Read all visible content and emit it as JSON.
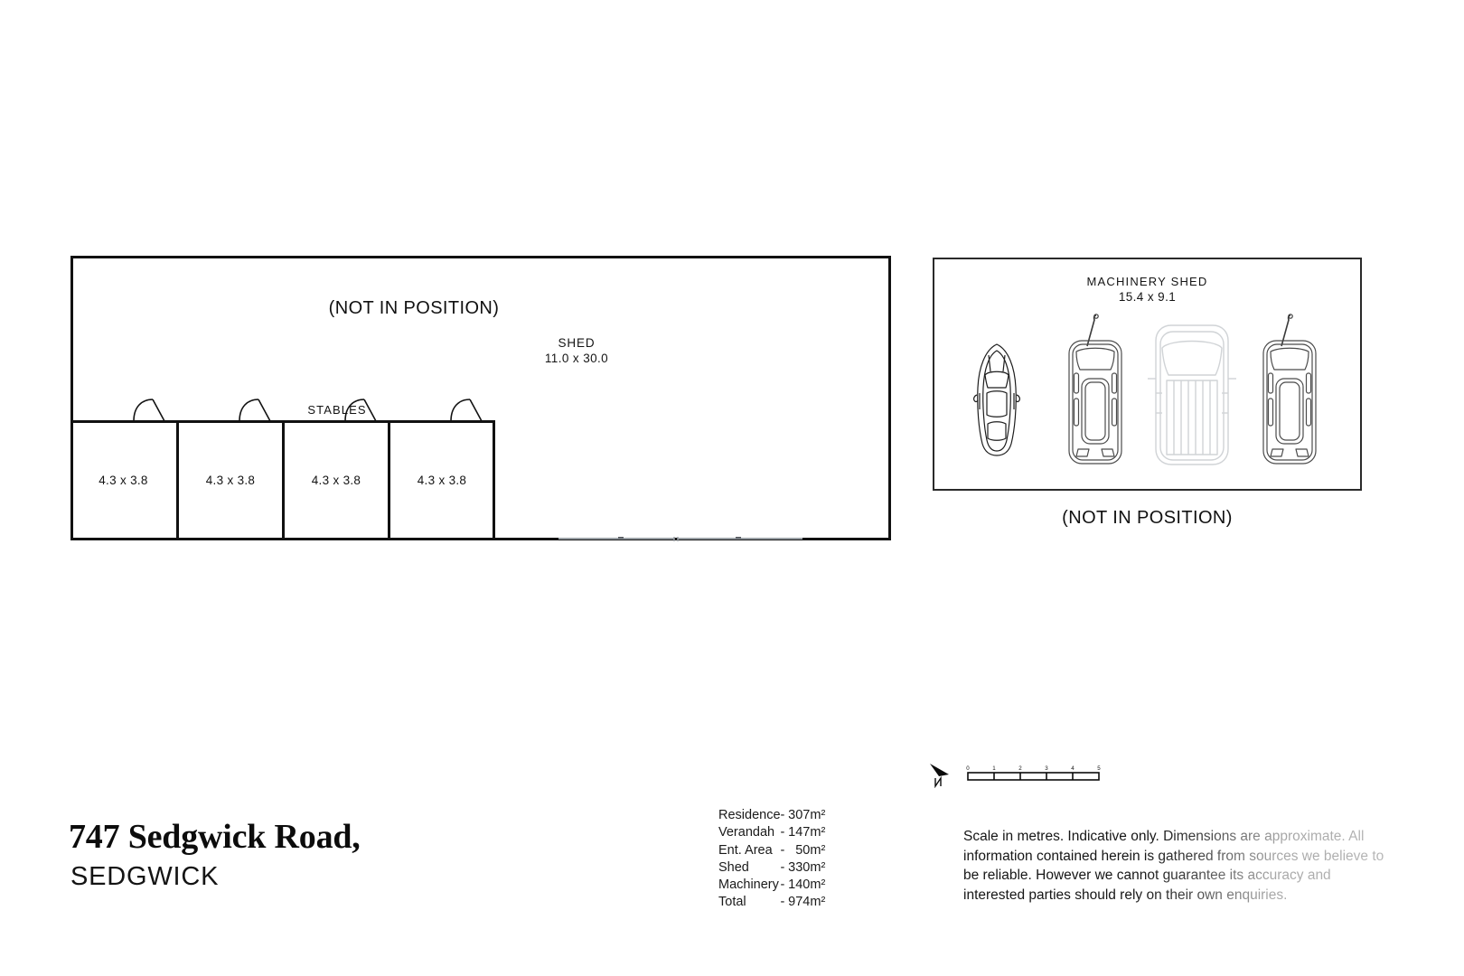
{
  "shed": {
    "name": "SHED",
    "dimensions": "11.0 x 30.0",
    "stables_title": "STABLES",
    "stalls": [
      {
        "dimensions": "4.3 x 3.8"
      },
      {
        "dimensions": "4.3 x 3.8"
      },
      {
        "dimensions": "4.3 x 3.8"
      },
      {
        "dimensions": "4.3 x 3.8"
      }
    ],
    "not_in_position": "(NOT IN POSITION)"
  },
  "machinery_shed": {
    "name": "MACHINERY SHED",
    "dimensions": "15.4 x 9.1",
    "not_in_position": "(NOT IN POSITION)",
    "vehicles": [
      {
        "name": "car-top-view"
      },
      {
        "name": "ute-top-view-left"
      },
      {
        "name": "trailer-top-view"
      },
      {
        "name": "ute-top-view-right"
      }
    ]
  },
  "title_block": {
    "address": "747 Sedgwick Road,",
    "suburb": "SEDGWICK"
  },
  "area_schedule": {
    "rows": [
      {
        "label": "Residence",
        "dash": "-",
        "value": "307",
        "unit": "m²"
      },
      {
        "label": "Verandah",
        "dash": "-",
        "value": "147",
        "unit": "m²"
      },
      {
        "label": "Ent. Area",
        "dash": "-",
        "value": "50",
        "unit": "m²"
      },
      {
        "label": "Shed",
        "dash": "-",
        "value": "330",
        "unit": "m²"
      },
      {
        "label": "Machinery",
        "dash": "-",
        "value": "140",
        "unit": "m²"
      },
      {
        "label": "Total",
        "dash": "-",
        "value": "974",
        "unit": "m²"
      }
    ]
  },
  "scale_bar": {
    "ticks": [
      "0",
      "1",
      "2",
      "3",
      "4",
      "5"
    ],
    "north_label": "N"
  },
  "disclaimer": {
    "text": "Scale in metres. Indicative only. Dimensions are approximate. All information contained herein is gathered from sources we believe to be reliable. However we cannot guarantee  its accuracy and interested parties should rely on their own enquiries."
  },
  "colors": {
    "wall": "#111111",
    "light_line": "#9aa0a6",
    "text": "#141414",
    "background": "#ffffff"
  }
}
